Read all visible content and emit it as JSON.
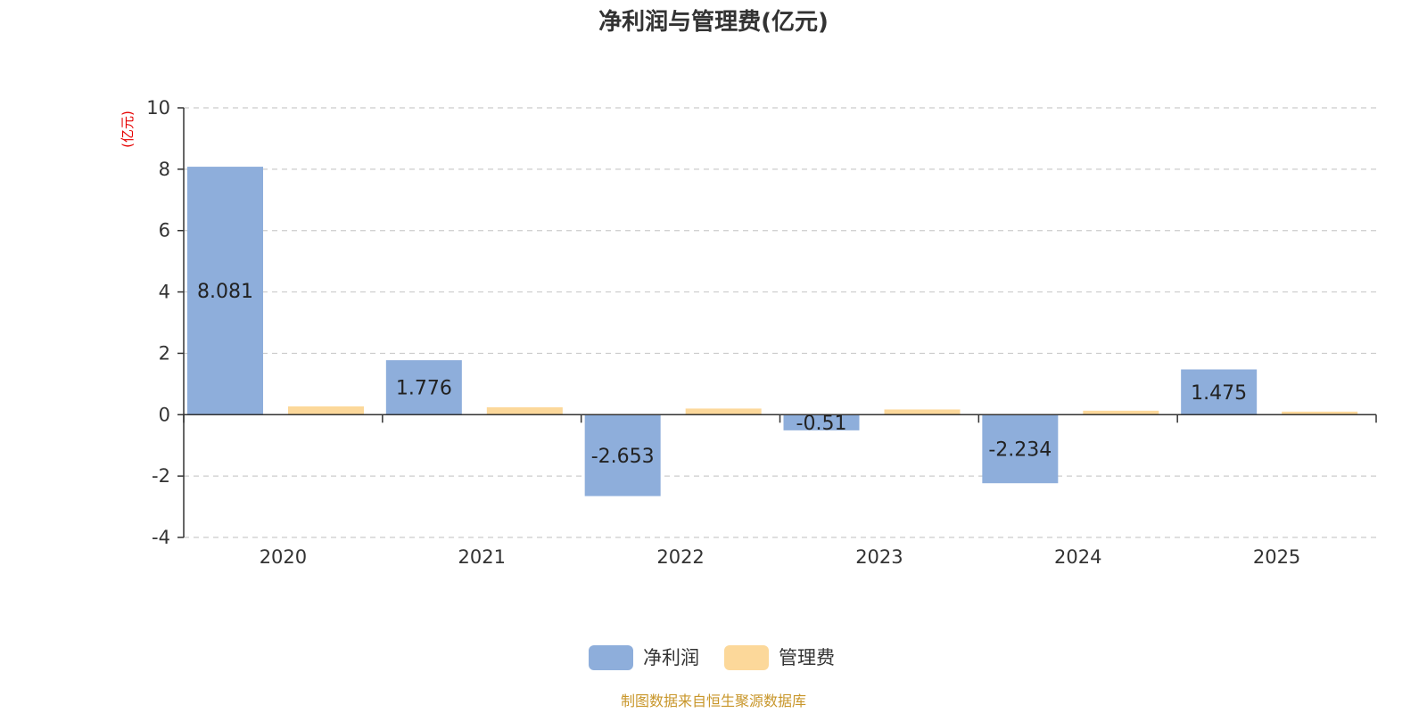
{
  "chart_data": {
    "type": "bar",
    "title": "净利润与管理费(亿元)",
    "y_unit": "(亿元)",
    "categories": [
      "2020",
      "2021",
      "2022",
      "2023",
      "2024",
      "2025"
    ],
    "series": [
      {
        "name": "净利润",
        "color": "#8eaedb",
        "values": [
          8.081,
          1.776,
          -2.653,
          -0.51,
          -2.234,
          1.475
        ],
        "labels": [
          "8.081",
          "1.776",
          "-2.653",
          "-0.51",
          "-2.234",
          "1.475"
        ]
      },
      {
        "name": "管理费",
        "color": "#fcd89a",
        "values": [
          0.27,
          0.24,
          0.2,
          0.17,
          0.13,
          0.1
        ]
      }
    ],
    "ylim": [
      -4,
      10
    ],
    "yticks": [
      10,
      8,
      6,
      4,
      2,
      0,
      -2,
      -4
    ],
    "grid": true,
    "legend_position": "bottom-center"
  },
  "footer": {
    "source": "制图数据来自恒生聚源数据库"
  }
}
